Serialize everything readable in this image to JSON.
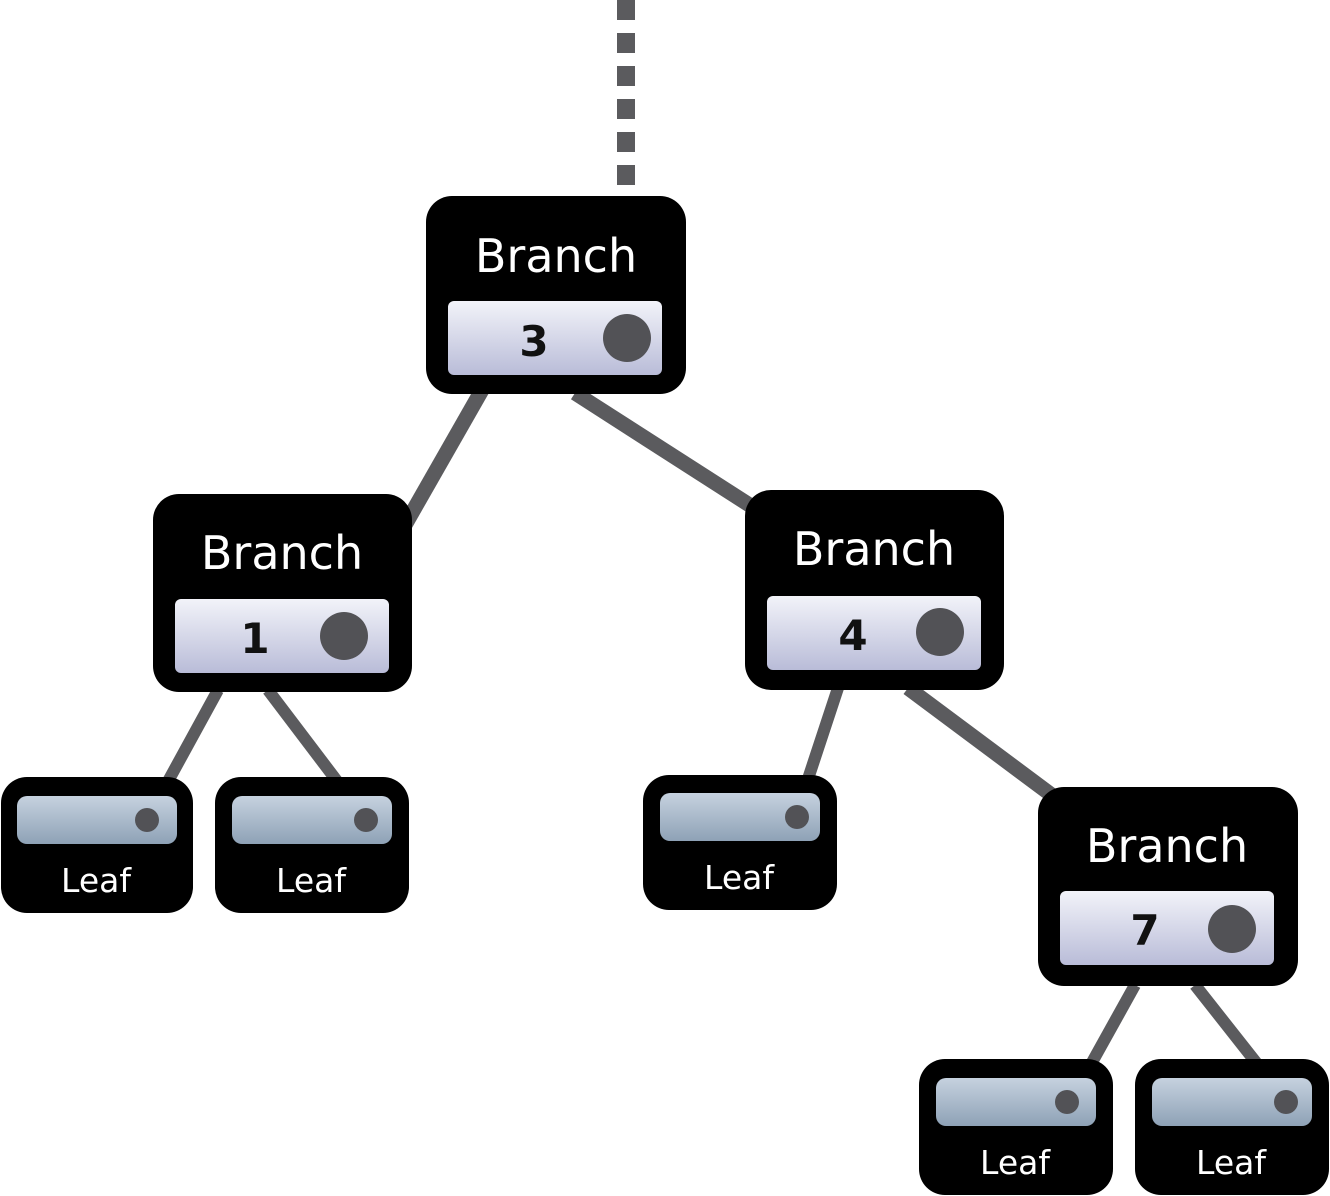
{
  "colors": {
    "node_border": "#000000",
    "edge": "#5b5b5e",
    "pointer_dot": "#525256",
    "branch_panel_top": "#f2f3f9",
    "branch_panel_bottom": "#b9bcd8",
    "leaf_panel_top": "#c6d2df",
    "leaf_panel_bottom": "#8ea2b6"
  },
  "icons": {
    "pointer": "filled-circle"
  },
  "branches": [
    {
      "id": "b3",
      "title": "Branch",
      "key": "3"
    },
    {
      "id": "b1",
      "title": "Branch",
      "key": "1"
    },
    {
      "id": "b4",
      "title": "Branch",
      "key": "4"
    },
    {
      "id": "b7",
      "title": "Branch",
      "key": "7"
    }
  ],
  "leaves": [
    {
      "id": "l1",
      "label": "Leaf"
    },
    {
      "id": "l2",
      "label": "Leaf"
    },
    {
      "id": "l3",
      "label": "Leaf"
    },
    {
      "id": "l4",
      "label": "Leaf"
    },
    {
      "id": "l5",
      "label": "Leaf"
    }
  ],
  "edges": [
    {
      "from": "parent",
      "to": "b3",
      "style": "dashed"
    },
    {
      "from": "b3",
      "to": "b1",
      "style": "solid"
    },
    {
      "from": "b3",
      "to": "b4",
      "style": "solid"
    },
    {
      "from": "b1",
      "to": "l1",
      "style": "solid"
    },
    {
      "from": "b1",
      "to": "l2",
      "style": "solid"
    },
    {
      "from": "b4",
      "to": "l3",
      "style": "solid"
    },
    {
      "from": "b4",
      "to": "b7",
      "style": "solid"
    },
    {
      "from": "b7",
      "to": "l4",
      "style": "solid"
    },
    {
      "from": "b7",
      "to": "l5",
      "style": "solid"
    }
  ]
}
